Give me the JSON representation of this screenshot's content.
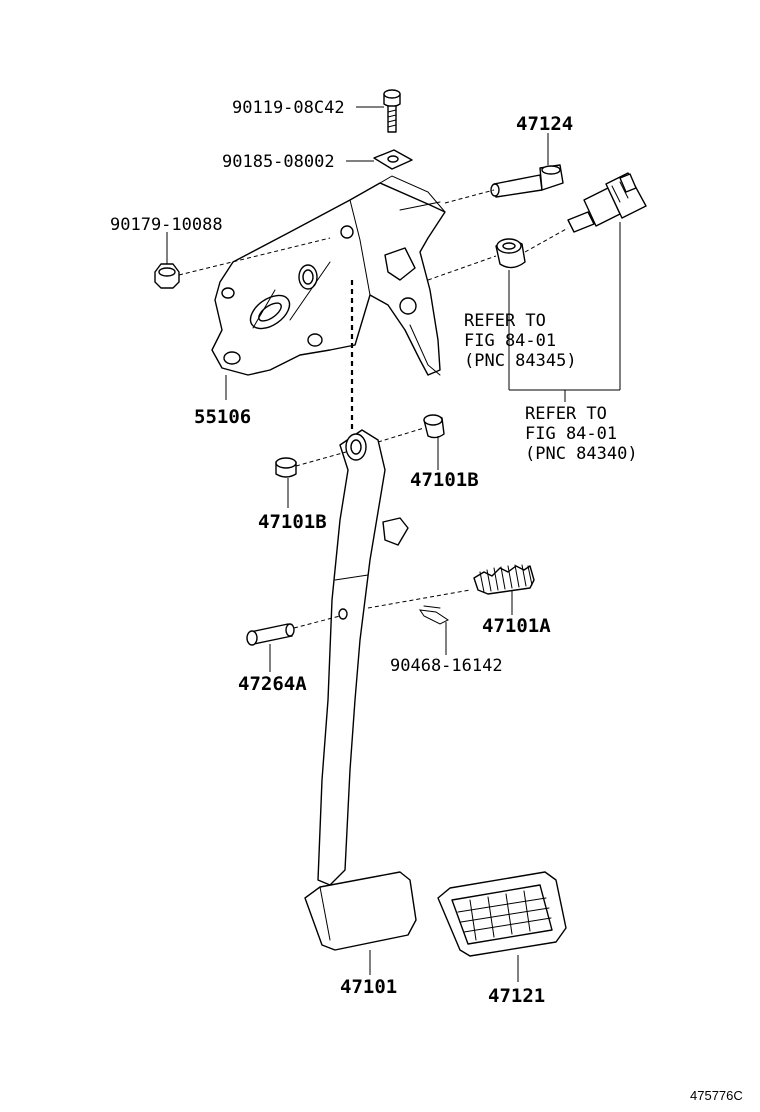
{
  "labels": {
    "l_90119": "90119-08C42",
    "l_90185": "90185-08002",
    "l_90179": "90179-10088",
    "l_47124": "47124",
    "l_55106": "55106",
    "l_47101b_right": "47101B",
    "l_47101b_left": "47101B",
    "l_47101a": "47101A",
    "l_47264a": "47264A",
    "l_90468": "90468-16142",
    "l_47101": "47101",
    "l_47121": "47121"
  },
  "refer1": {
    "line1": "REFER TO",
    "line2": "FIG 84-01",
    "line3": "(PNC 84345)"
  },
  "refer2": {
    "line1": "REFER TO",
    "line2": "FIG 84-01",
    "line3": "(PNC 84340)"
  },
  "figure_id": "475776C"
}
